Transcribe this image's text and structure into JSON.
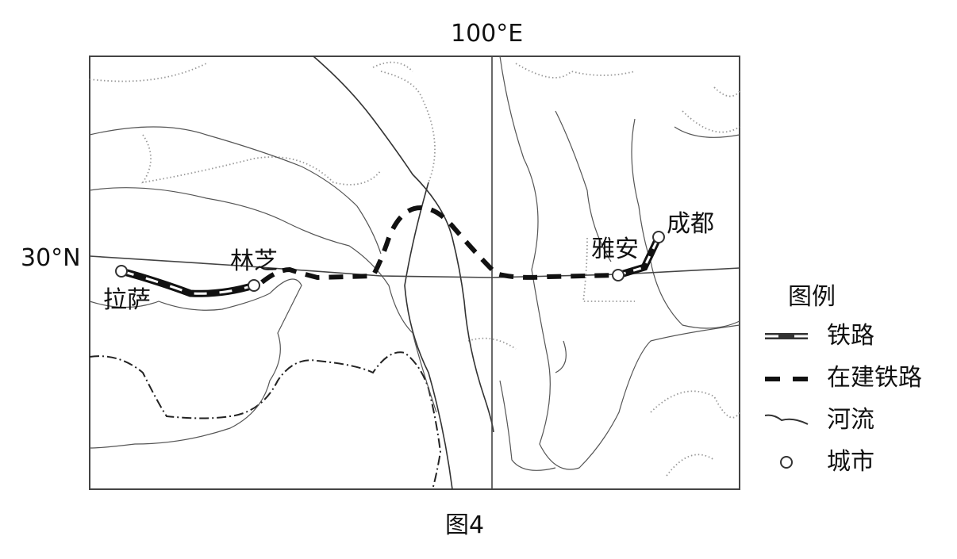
{
  "map": {
    "longitude_label": "100°E",
    "latitude_label": "30°N",
    "caption": "图4",
    "cities": [
      {
        "name": "拉萨"
      },
      {
        "name": "林芝"
      },
      {
        "name": "雅安"
      },
      {
        "name": "成都"
      }
    ]
  },
  "legend": {
    "title": "图例",
    "items": [
      {
        "label": "铁路",
        "icon": "railway-symbol"
      },
      {
        "label": "在建铁路",
        "icon": "railway-under-construction-symbol"
      },
      {
        "label": "河流",
        "icon": "river-symbol"
      },
      {
        "label": "城市",
        "icon": "city-circle-symbol"
      }
    ]
  },
  "colors": {
    "line": "#222222",
    "background": "#ffffff"
  }
}
